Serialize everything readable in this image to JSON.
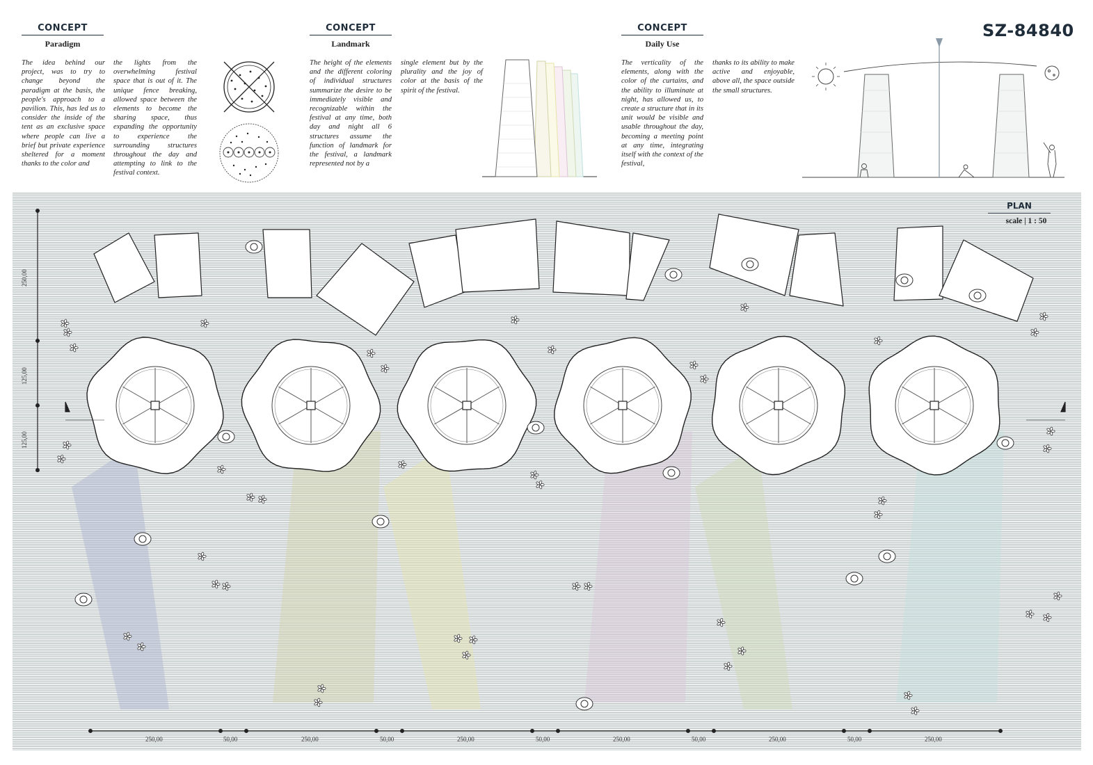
{
  "project_code": "SZ-84840",
  "concepts": [
    {
      "heading": "CONCEPT",
      "subtitle": "Paradigm",
      "col1": "The idea behind our project, was to try to change beyond the paradigm at the basis, the people's approach to a pavilion. This, has led us to consider the inside of the tent as an exclusive space where people can live a brief but private experience sheltered for a moment thanks to the color and",
      "col2": "the lights from the overwhelming festival space that is out of it. The unique fence breaking, allowed space between the elements to become the sharing space, thus expanding the opportunity to experience the surrounding structures throughout the day and attempting to link to the festival context."
    },
    {
      "heading": "CONCEPT",
      "subtitle": "Landmark",
      "col1": "The height of the elements and the different coloring of individual structures summarize the desire to be immediately visible and recognizable within the festival at any time, both day and night all 6 structures assume the function of landmark for the festival, a landmark represented not by a",
      "col2": "single element but by the plurality and the joy of color at the basis of the spirit of the festival."
    },
    {
      "heading": "CONCEPT",
      "subtitle": "Daily Use",
      "col1": "The verticality of the elements, along with the color of the curtains, and the ability to illuminate at night, has allowed us, to create a structure that in its unit would be visible and usable throughout the day, becoming a meeting point at any time, integrating itself with the context of the festival,",
      "col2": "thanks to its ability to make active and enjoyable, above all, the space outside the small structures."
    }
  ],
  "plan": {
    "title": "PLAN",
    "scale": "scale | 1 : 50",
    "vertical_dims": [
      "250,00",
      "125,00",
      "125,00"
    ],
    "horizontal_dims": [
      "250,00",
      "50,00",
      "250,00",
      "50,00",
      "250,00",
      "50,00",
      "250,00",
      "50,00",
      "250,00",
      "50,00",
      "250,00"
    ],
    "pavilion_count": 6,
    "curtain_colors": [
      "#a9b2ce",
      "#d2d3a6",
      "#e6e4a6",
      "#dcc3d6",
      "#cfd9b4",
      "#bfe0de"
    ]
  }
}
